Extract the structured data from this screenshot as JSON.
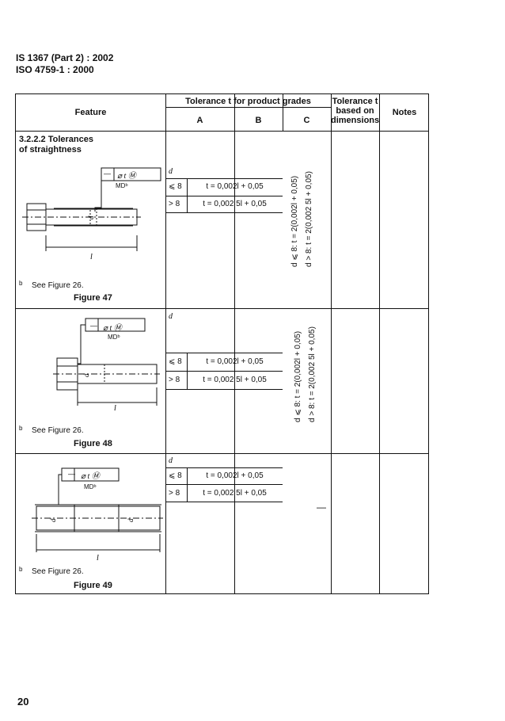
{
  "header": {
    "line1": "IS  1367 (Part 2) : 2002",
    "line2": "ISO  4759-1 : 2000"
  },
  "page_number": "20",
  "table": {
    "head": {
      "feature": "Feature",
      "tolerance": "Tolerance t for product grades",
      "grade_a": "A",
      "grade_b": "B",
      "grade_c": "C",
      "tol_dim_1": "Tolerance t",
      "tol_dim_2": "based on",
      "tol_dim_3": "dimensions",
      "notes": "Notes"
    },
    "section": {
      "line1": "3.2.2.2   Tolerances",
      "line2": "of straightness"
    },
    "rows": [
      {
        "d_label": "d",
        "le8": "⩽ 8",
        "le8_formula": "t = 0,002l + 0,05",
        "gt8": "> 8",
        "gt8_formula": "t = 0,002 5l + 0,05",
        "grade_c_1": "d ⩽ 8: t = 2(0,002l + 0,05)",
        "grade_c_2": "d > 8: t = 2(0,002 5l + 0,05)",
        "fcf_1": "—",
        "fcf_2": "⌀ t Ⓜ",
        "md": "MDᵇ",
        "len": "l",
        "dia": "d",
        "footnote_mark": "b",
        "footnote": "See Figure 26.",
        "figure": "Figure 47"
      },
      {
        "d_label": "d",
        "le8": "⩽ 8",
        "le8_formula": "t = 0,002l + 0,05",
        "gt8": "> 8",
        "gt8_formula": "t = 0,002 5l + 0,05",
        "grade_c_1": "d ⩽ 8: t = 2(0,002l + 0,05)",
        "grade_c_2": "d > 8: t = 2(0,002 5l + 0,05)",
        "fcf_1": "—",
        "fcf_2": "⌀ t Ⓜ",
        "md": "MDᵇ",
        "len": "l",
        "dia": "d",
        "footnote_mark": "b",
        "footnote": "See Figure 26.",
        "figure": "Figure 48"
      },
      {
        "d_label": "d",
        "le8": "⩽ 8",
        "le8_formula": "t = 0,002l + 0,05",
        "gt8": "> 8",
        "gt8_formula": "t = 0,002 5l + 0,05",
        "grade_c_dash": "—",
        "fcf_1": "—",
        "fcf_2": "⌀ t Ⓜ",
        "md": "MDᵇ",
        "len": "l",
        "dia": "d",
        "footnote_mark": "b",
        "footnote": "See Figure 26.",
        "figure": "Figure 49"
      }
    ]
  }
}
